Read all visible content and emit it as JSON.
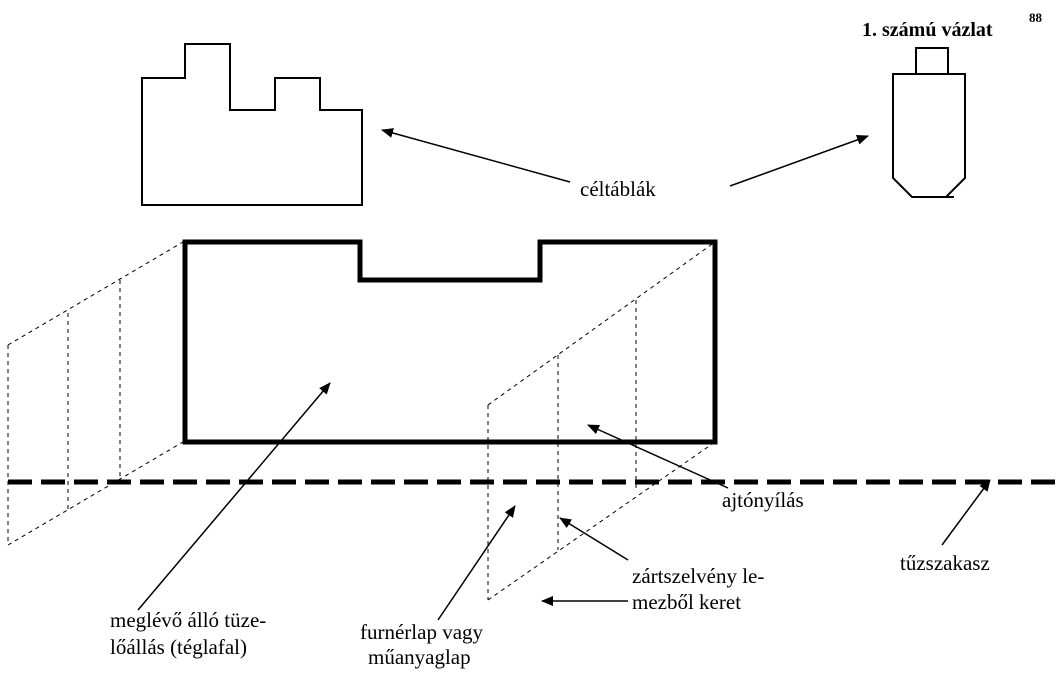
{
  "title": {
    "text": "1. számú vázlat",
    "footnote": "88"
  },
  "labels": {
    "targets": "céltáblák",
    "door_opening": "ajtónyílás",
    "existing_position_line1": "meglévő álló tüze-",
    "existing_position_line2": "lőállás (téglafal)",
    "frame_line1": "zártszelvény le-",
    "frame_line2": "mezből keret",
    "veneer_line1": "furnérlap vagy",
    "veneer_line2": "műanyaglap",
    "firing_line": "tűzszakasz"
  },
  "colors": {
    "line": "#000000",
    "background": "#ffffff"
  }
}
